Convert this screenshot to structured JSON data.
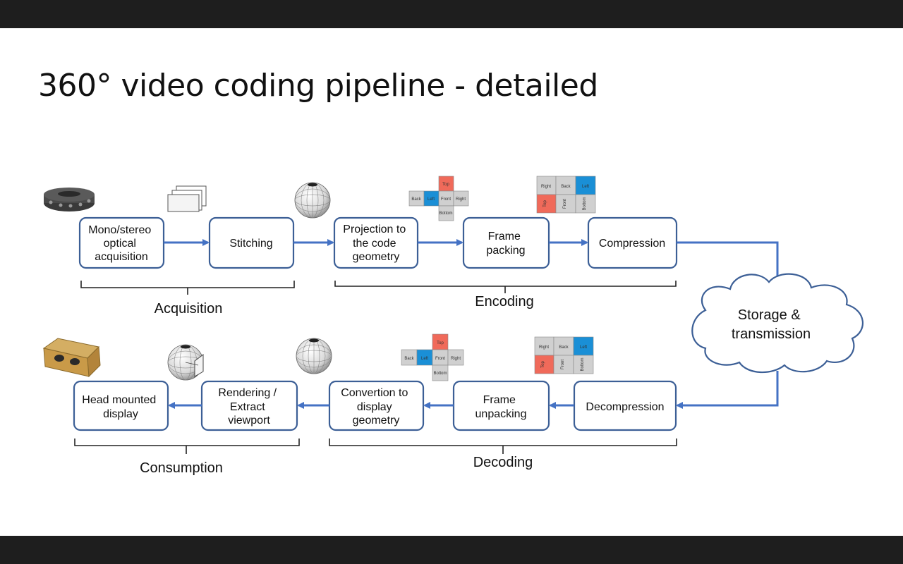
{
  "title": "360° video coding pipeline - detailed",
  "boxes": {
    "acquisition": [
      "Mono/stereo",
      "optical",
      "acquisition"
    ],
    "stitching": [
      "Stitching"
    ],
    "projection": [
      "Projection to",
      "the code",
      "geometry"
    ],
    "frame_packing": [
      "Frame",
      "packing"
    ],
    "compression": [
      "Compression"
    ],
    "decompression": [
      "Decompression"
    ],
    "frame_unpacking": [
      "Frame",
      "unpacking"
    ],
    "convertion": [
      "Convertion to",
      "display",
      "geometry"
    ],
    "rendering": [
      "Rendering /",
      "Extract",
      "viewport"
    ],
    "hmd": [
      "Head mounted",
      "display"
    ]
  },
  "cloud": [
    "Storage &",
    "transmission"
  ],
  "groups": {
    "acquisition": "Acquisition",
    "encoding": "Encoding",
    "consumption": "Consumption",
    "decoding": "Decoding"
  },
  "cube_faces": {
    "top": "Top",
    "back": "Back",
    "left": "Left",
    "front": "Front",
    "right": "Right",
    "bottom": "Bottom"
  },
  "colors": {
    "box_border": "#3c5f96",
    "arrow": "#4472c4",
    "face_red": "#f06a5a",
    "face_blue": "#1a8fd6",
    "face_gray": "#d0d0d0"
  }
}
